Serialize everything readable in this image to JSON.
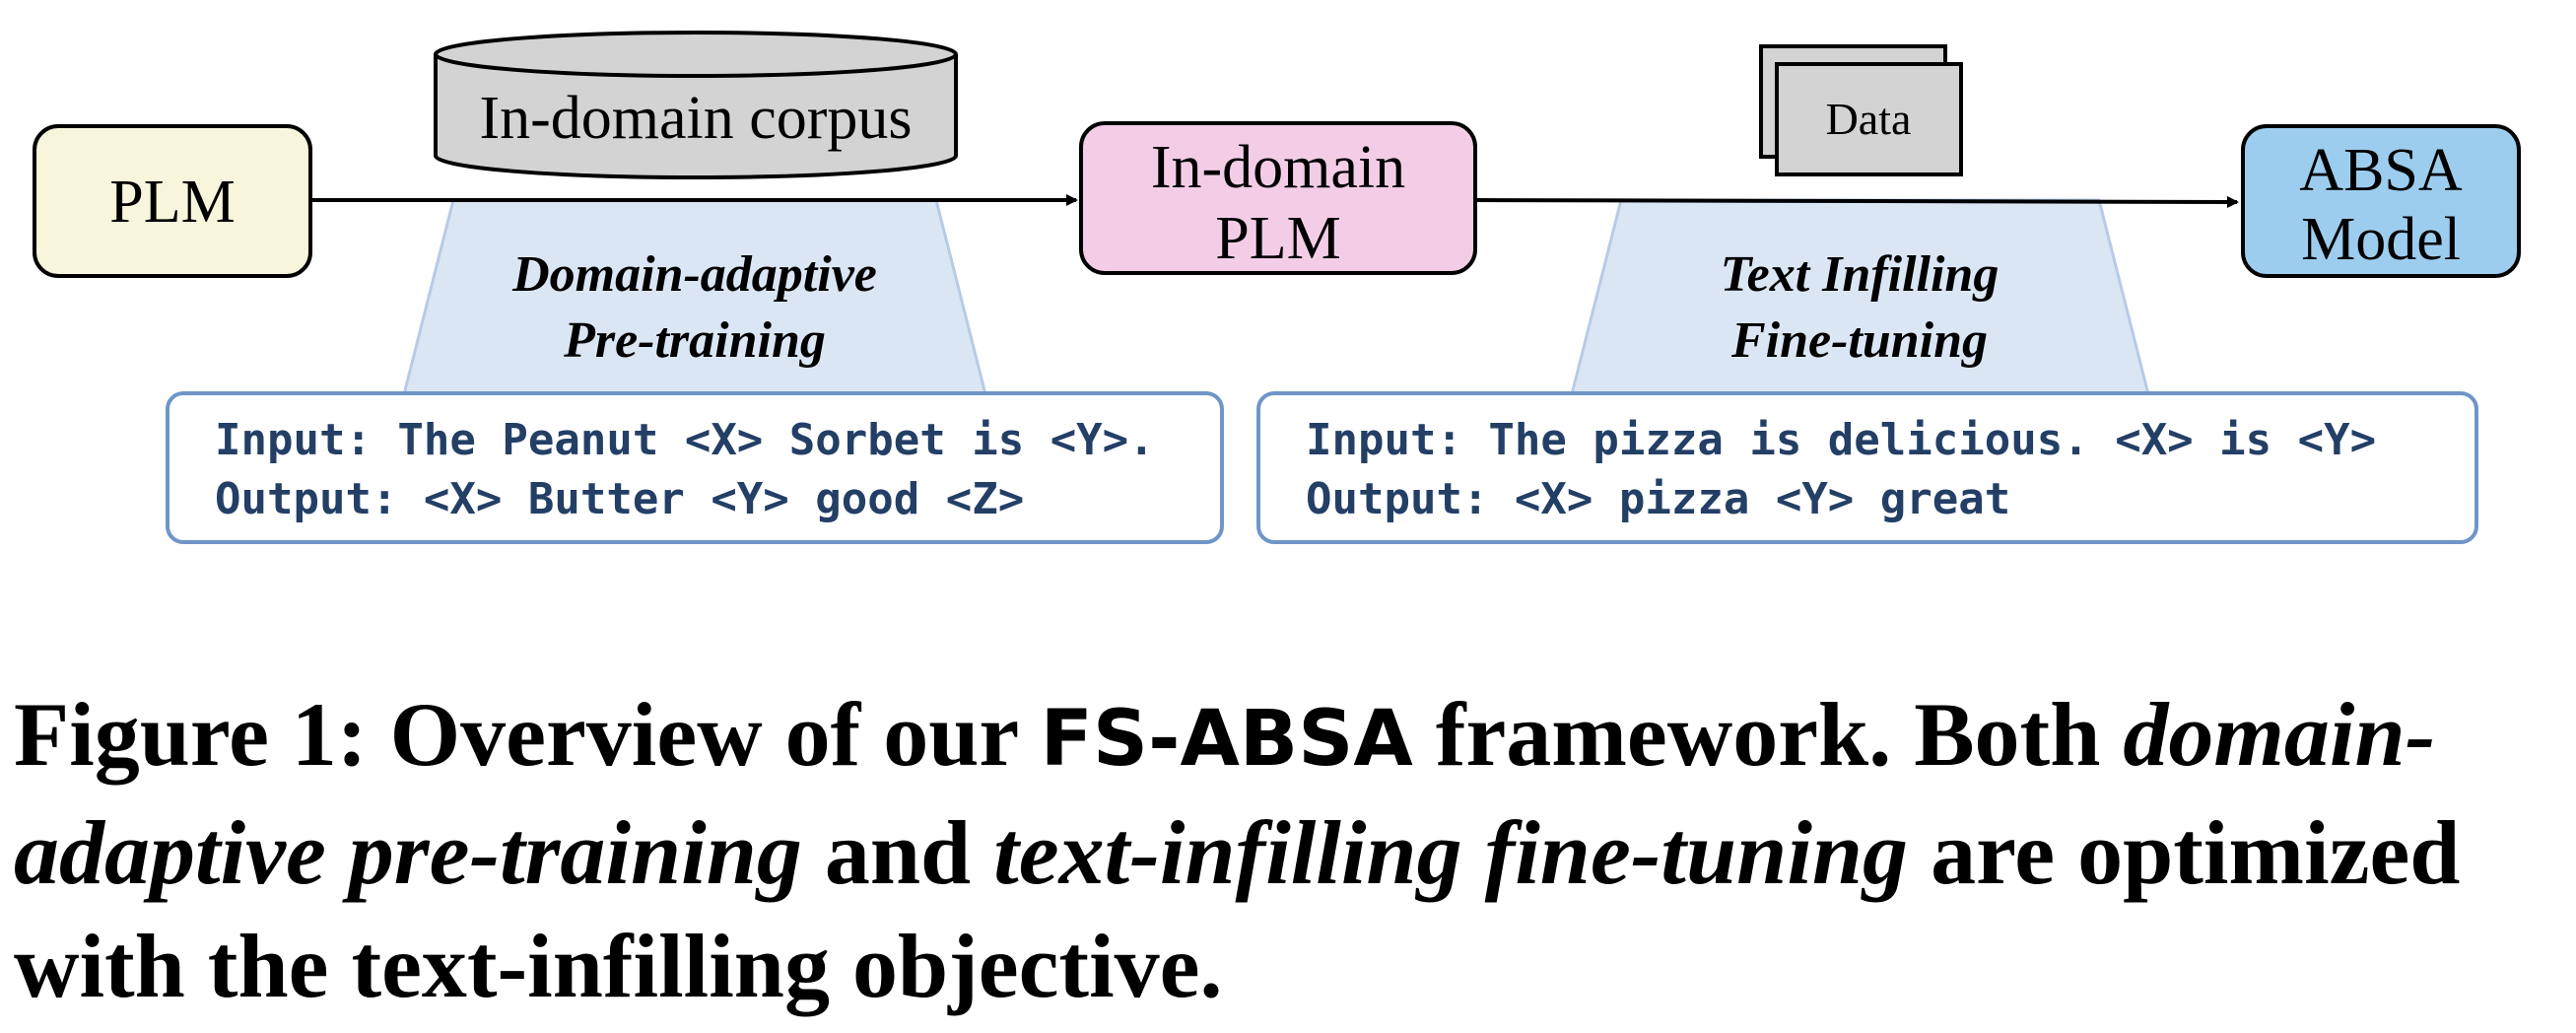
{
  "nodes": {
    "plm": "PLM",
    "corpus": "In-domain corpus",
    "in_domain_plm_line1": "In-domain",
    "in_domain_plm_line2": "PLM",
    "data": "Data",
    "absa_line1": "ABSA",
    "absa_line2": "Model"
  },
  "stages": {
    "pretraining_line1": "Domain-adaptive",
    "pretraining_line2": "Pre-training",
    "finetuning_line1": "Text Infilling",
    "finetuning_line2": "Fine-tuning"
  },
  "examples": {
    "pretraining": {
      "input": "Input: The Peanut <X> Sorbet is <Y>.",
      "output": "Output: <X> Butter <Y> good <Z>"
    },
    "finetuning": {
      "input": "Input: The pizza is delicious. <X> is <Y>",
      "output": "Output: <X> pizza <Y> great"
    }
  },
  "caption": {
    "prefix": "Figure 1: Overview of our ",
    "framework_name": "FS-ABSA",
    "middle1": " framework. Both ",
    "term1": "domain-adaptive pre-training",
    "middle2": " and ",
    "term2": "text-infilling fine-tuning",
    "suffix": " are optimized with the text-infilling objective."
  },
  "colors": {
    "plm_fill": "#f7f6dc",
    "corpus_fill": "#d3d3d3",
    "in_domain_plm_fill": "#f3cde6",
    "data_fill": "#d3d3d3",
    "absa_fill": "#9dcdee",
    "stage_fill": "#dbe6f4",
    "code_text": "#233f66",
    "example_border": "#6f95c8"
  }
}
